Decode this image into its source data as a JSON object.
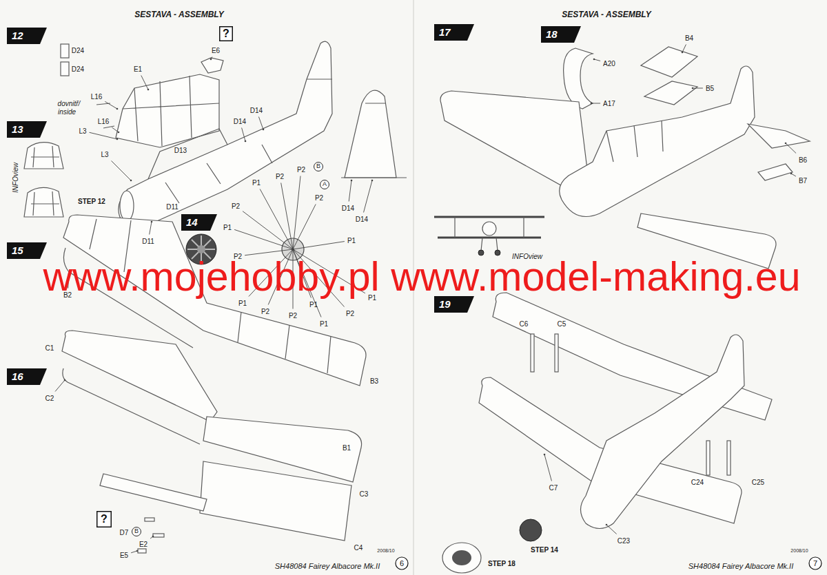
{
  "diagram": {
    "nodes": [
      {
        "text": [
          "12"
        ]
      },
      {
        "text": [
          "?"
        ]
      },
      {
        "text": [
          "13"
        ]
      },
      {
        "text": [
          "14"
        ]
      },
      {
        "text": [
          "15"
        ]
      },
      {
        "text": [
          "16"
        ]
      },
      {
        "text": [
          "?"
        ]
      },
      {
        "text": [
          "6"
        ]
      },
      {
        "text": [
          "17"
        ]
      },
      {
        "text": [
          "18"
        ]
      },
      {
        "text": [
          "19"
        ]
      },
      {
        "text": [
          "7"
        ]
      }
    ],
    "labels": [
      "SESTAVA - ASSEMBLY",
      "D24",
      "D24",
      "E6",
      "E1",
      "dovnitř/",
      "inside",
      "L16",
      "L16",
      "L3",
      "L3",
      "INFOview",
      "STEP 12",
      "D14",
      "D14",
      "D13",
      "D11",
      "D11",
      "P2",
      "B",
      "P2",
      "P1",
      "A",
      "P2",
      "D14",
      "D14",
      "P2",
      "P1",
      "P1",
      "P2",
      "P1",
      "P2",
      "P2",
      "P1",
      "P2",
      "P1",
      "P1",
      "B2",
      "C1",
      "B3",
      "C2",
      "B1",
      "C3",
      "C4",
      "D7",
      "B",
      "E2",
      "E5",
      "2008/10",
      "SH48084 Fairey Albacore Mk.II",
      "SESTAVA - ASSEMBLY",
      "A20",
      "A17",
      "B4",
      "B5",
      "B6",
      "B7",
      "INFOview",
      "C6",
      "C5",
      "C7",
      "C24",
      "C25",
      "C23",
      "STEP 14",
      "STEP 18",
      "2008/10",
      "SH48084 Fairey Albacore Mk.II",
      "www.mojehobby.pl www.model-making.eu"
    ]
  }
}
